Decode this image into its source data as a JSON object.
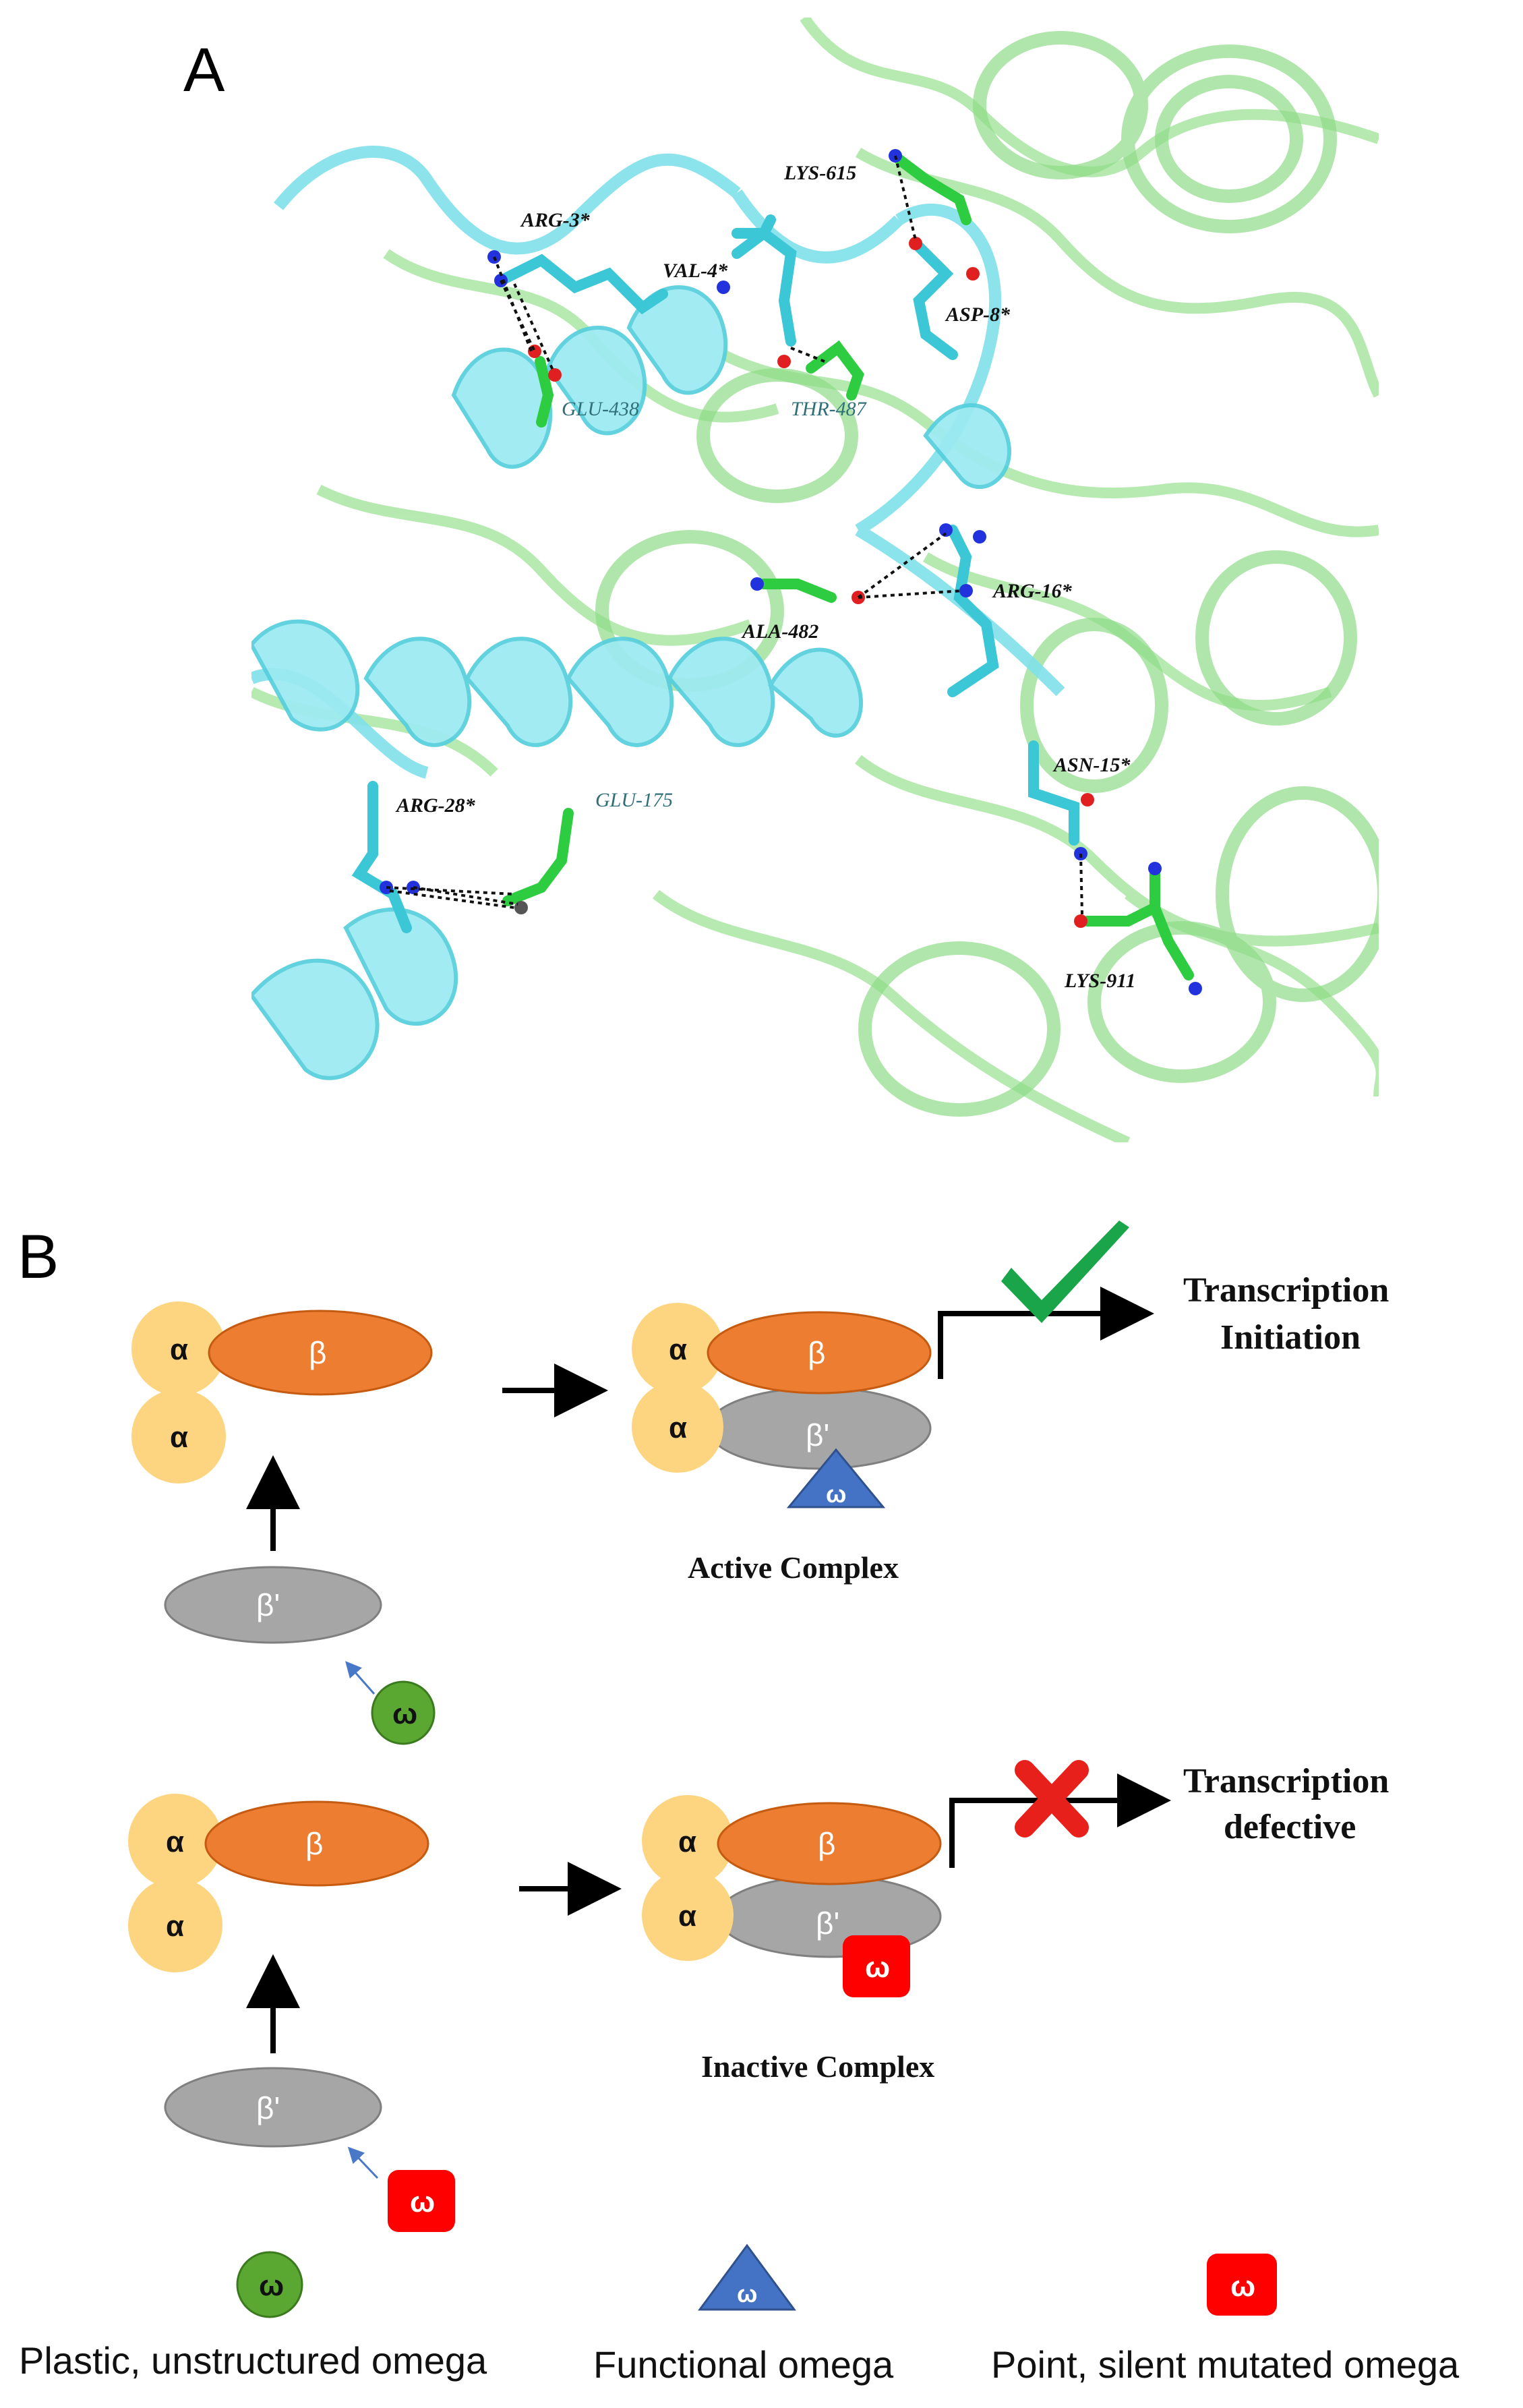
{
  "panel_a": {
    "letter": "A",
    "residues": {
      "arg3": "ARG-3*",
      "val4": "VAL-4*",
      "lys615": "LYS-615",
      "asp8": "ASP-8*",
      "glu438": "GLU-438",
      "thr487": "THR-487",
      "arg16": "ARG-16*",
      "ala482": "ALA-482",
      "asn15": "ASN-15*",
      "arg28": "ARG-28*",
      "glu175": "GLU-175",
      "lys911": "LYS-911"
    },
    "colors": {
      "omega_chain": "#5fd3e0",
      "partner_chain": "#9fe39a",
      "carbon_omega": "#3cc7d6",
      "carbon_partner": "#2ecc40",
      "nitrogen": "#2233dd",
      "oxygen": "#e02020"
    }
  },
  "panel_b": {
    "letter": "B",
    "subunits": {
      "alpha": "α",
      "beta": "β",
      "beta_prime": "β'",
      "omega": "ω"
    },
    "active_caption": "Active Complex",
    "inactive_caption": "Inactive Complex",
    "outcome_top_line1": "Transcription",
    "outcome_top_line2": "Initiation",
    "outcome_bottom_line1": "Transcription",
    "outcome_bottom_line2": "defective",
    "colors": {
      "alpha": "#fdd580",
      "beta": "#ed7d31",
      "beta_prime": "#a6a6a6",
      "omega_plastic": "#5aa832",
      "omega_functional": "#4472c4",
      "omega_mutant": "#ff0000",
      "check": "#1aa54a",
      "cross": "#e8201c"
    }
  },
  "legend": {
    "plastic": "Plastic, unstructured omega",
    "functional": "Functional omega",
    "mutated": "Point, silent mutated omega"
  }
}
